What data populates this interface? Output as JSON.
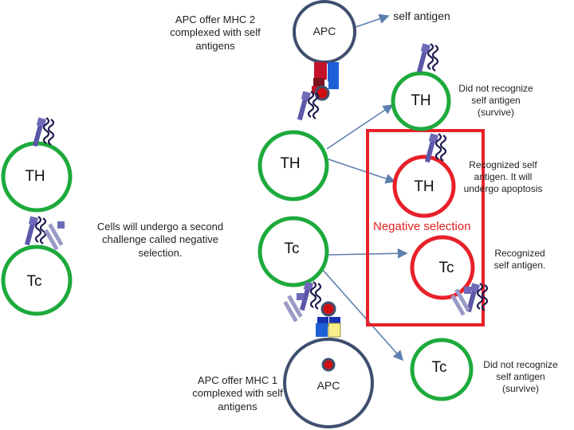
{
  "labels": {
    "apc_mhc2": "APC offer MHC 2 complexed with self antigens",
    "apc_top": "APC",
    "self_antigen": "self antigen",
    "th_top_right": "TH",
    "th_survive_note": "Did not recognize self antigen (survive)",
    "th_center": "TH",
    "th_left": "TH",
    "th_red": "TH",
    "th_apoptosis_note": "Recognized self antigen. It will undergo apoptosis",
    "negative_challenge": "Cells will undergo a second challenge called negative selection.",
    "negative_selection": "Negative selection",
    "tc_center": "Tc",
    "tc_left": "Tc",
    "tc_red": "Tc",
    "tc_recognized_note": "Recognized self antigen.",
    "tc_bottom": "Tc",
    "tc_survive_note": "Did not recognize self antigen (survive)",
    "apc_mhc1": "APC offer MHC 1 complexed with self antigens",
    "apc_bottom": "APC"
  },
  "colors": {
    "cell_ring": "#1daa3c",
    "apc_ring": "#3f4f6e",
    "apoptosis_ring": "#e8202a",
    "selection_box": "#e8202a",
    "arrow": "#5d7fae",
    "tcr": "#5b57a8",
    "mhc_blue": "#1d5fd6",
    "mhc_red": "#c4122a",
    "mhc_dark": "#7a1420",
    "mhc1_blue": "#1833b0",
    "mhc1_yellow": "#f6ef8a",
    "antigen": "#d01010"
  }
}
